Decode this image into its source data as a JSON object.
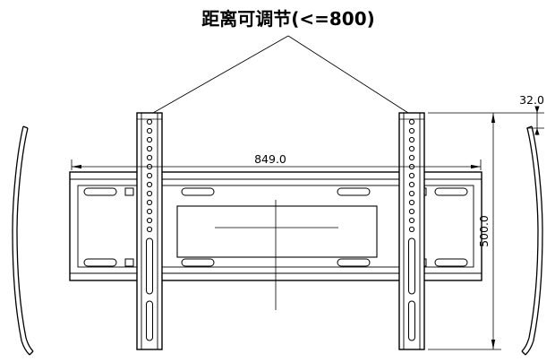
{
  "title": "距离可调节(<=800)",
  "dimensions": {
    "width": "849.0",
    "height": "500.0",
    "top_offset": "32.0"
  },
  "colors": {
    "line": "#000000",
    "background": "#ffffff"
  }
}
